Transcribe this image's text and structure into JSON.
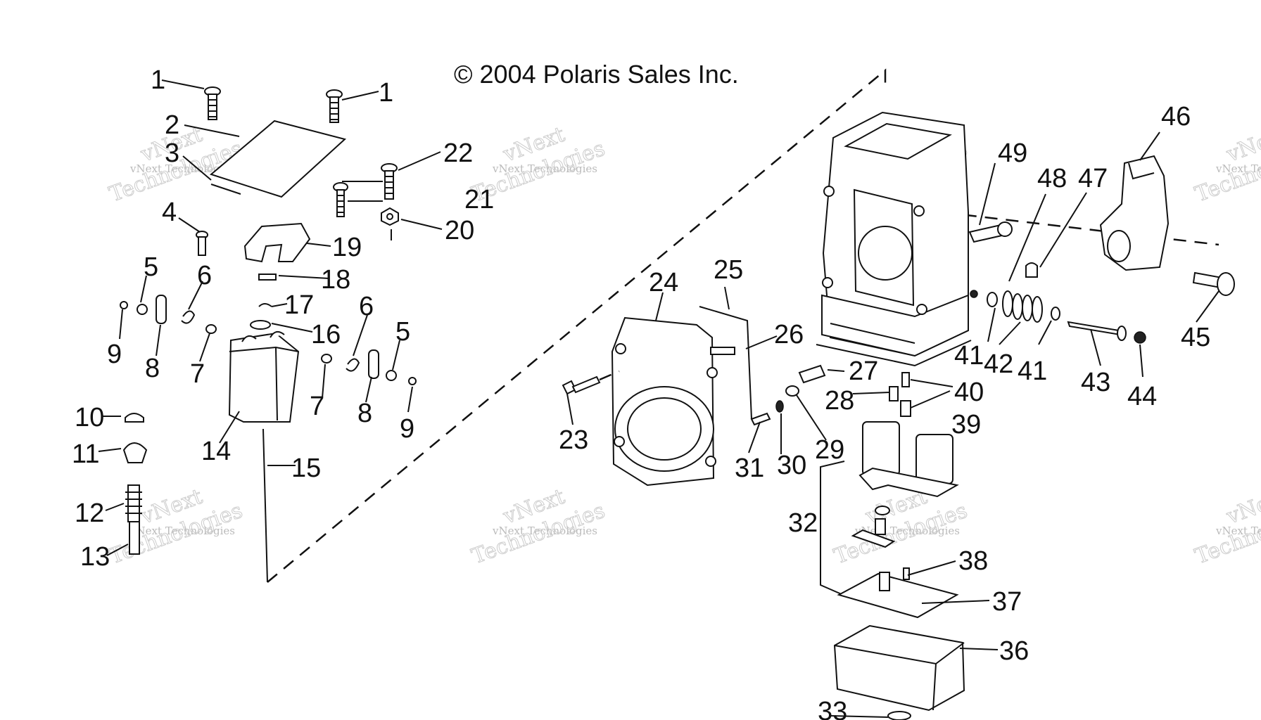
{
  "copyright": "© 2004 Polaris Sales Inc.",
  "watermark": {
    "line1": "vNext Technologies",
    "line2": "vNext",
    "line3": "Technologies"
  },
  "callouts": [
    "1",
    "1",
    "2",
    "3",
    "4",
    "5",
    "6",
    "7",
    "8",
    "9",
    "10",
    "11",
    "12",
    "13",
    "14",
    "15",
    "16",
    "17",
    "18",
    "19",
    "20",
    "21",
    "22",
    "6",
    "5",
    "7",
    "8",
    "9",
    "23",
    "24",
    "25",
    "26",
    "27",
    "28",
    "29",
    "30",
    "31",
    "32",
    "33",
    "36",
    "37",
    "38",
    "39",
    "40",
    "41",
    "42",
    "41",
    "43",
    "44",
    "45",
    "46",
    "47",
    "48",
    "49"
  ]
}
